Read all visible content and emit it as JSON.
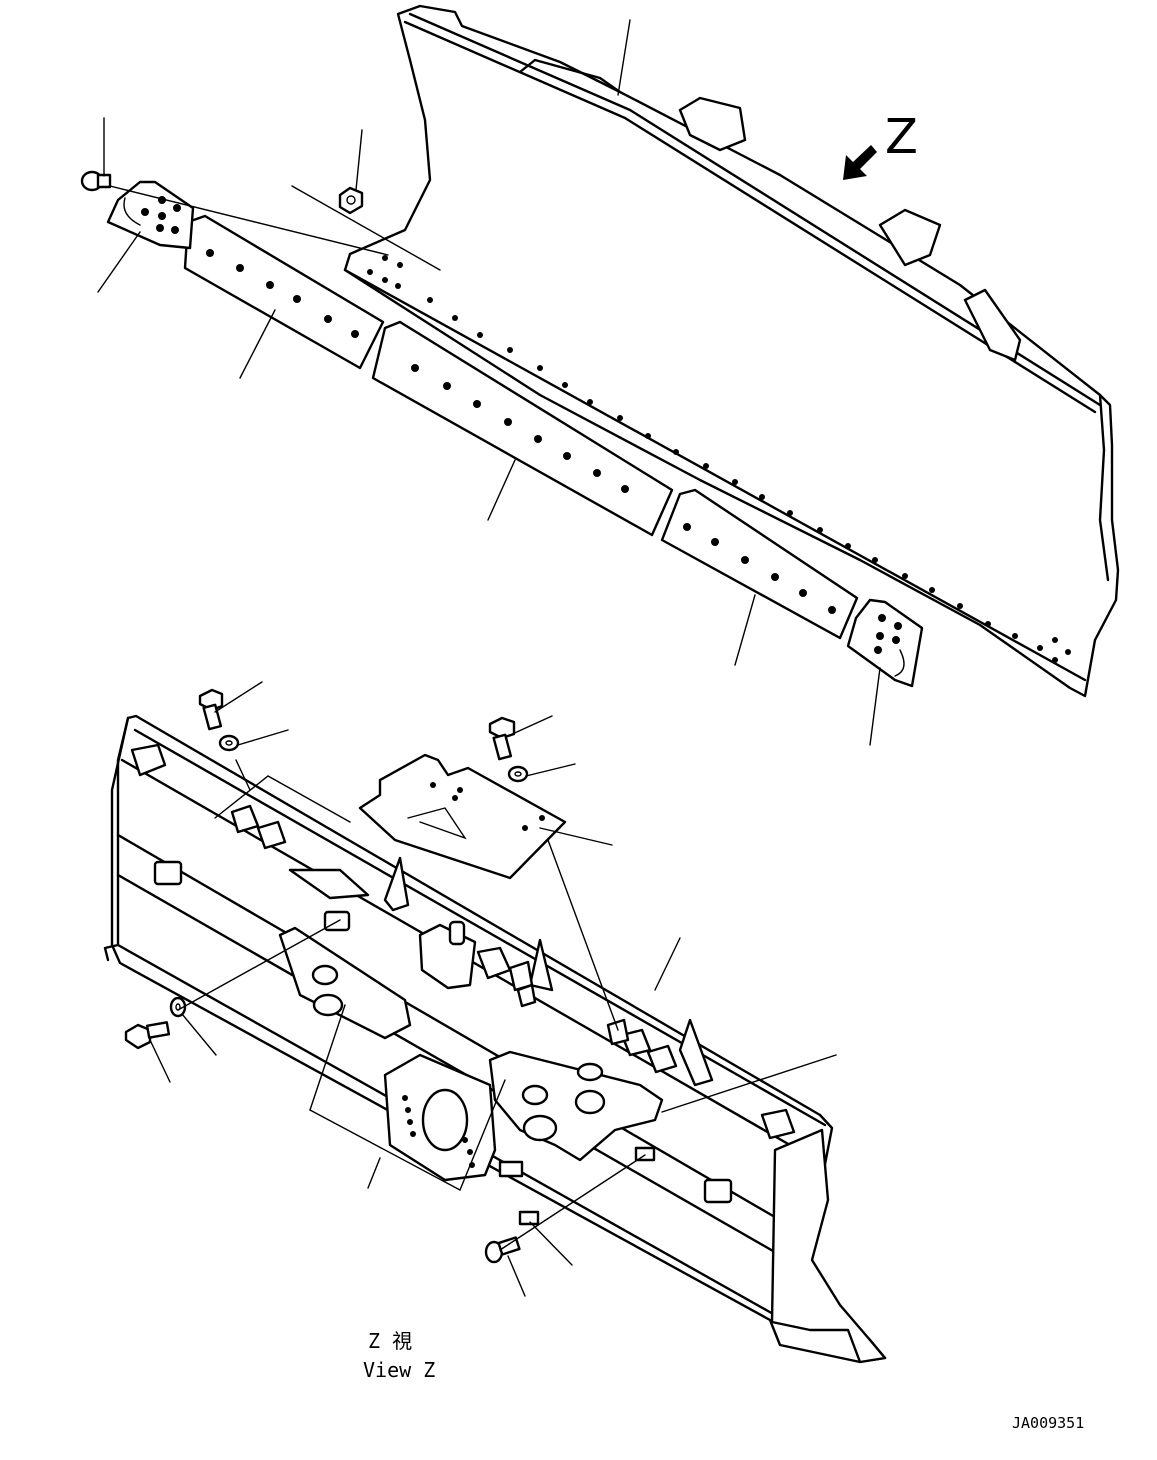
{
  "top_view": {
    "direction_label": "Z"
  },
  "bottom_view": {
    "caption_jp": "Z 視",
    "caption_en": "View Z"
  },
  "drawing_code": "JA009351",
  "icons": {
    "direction_arrow": "arrow-down-left-icon"
  }
}
